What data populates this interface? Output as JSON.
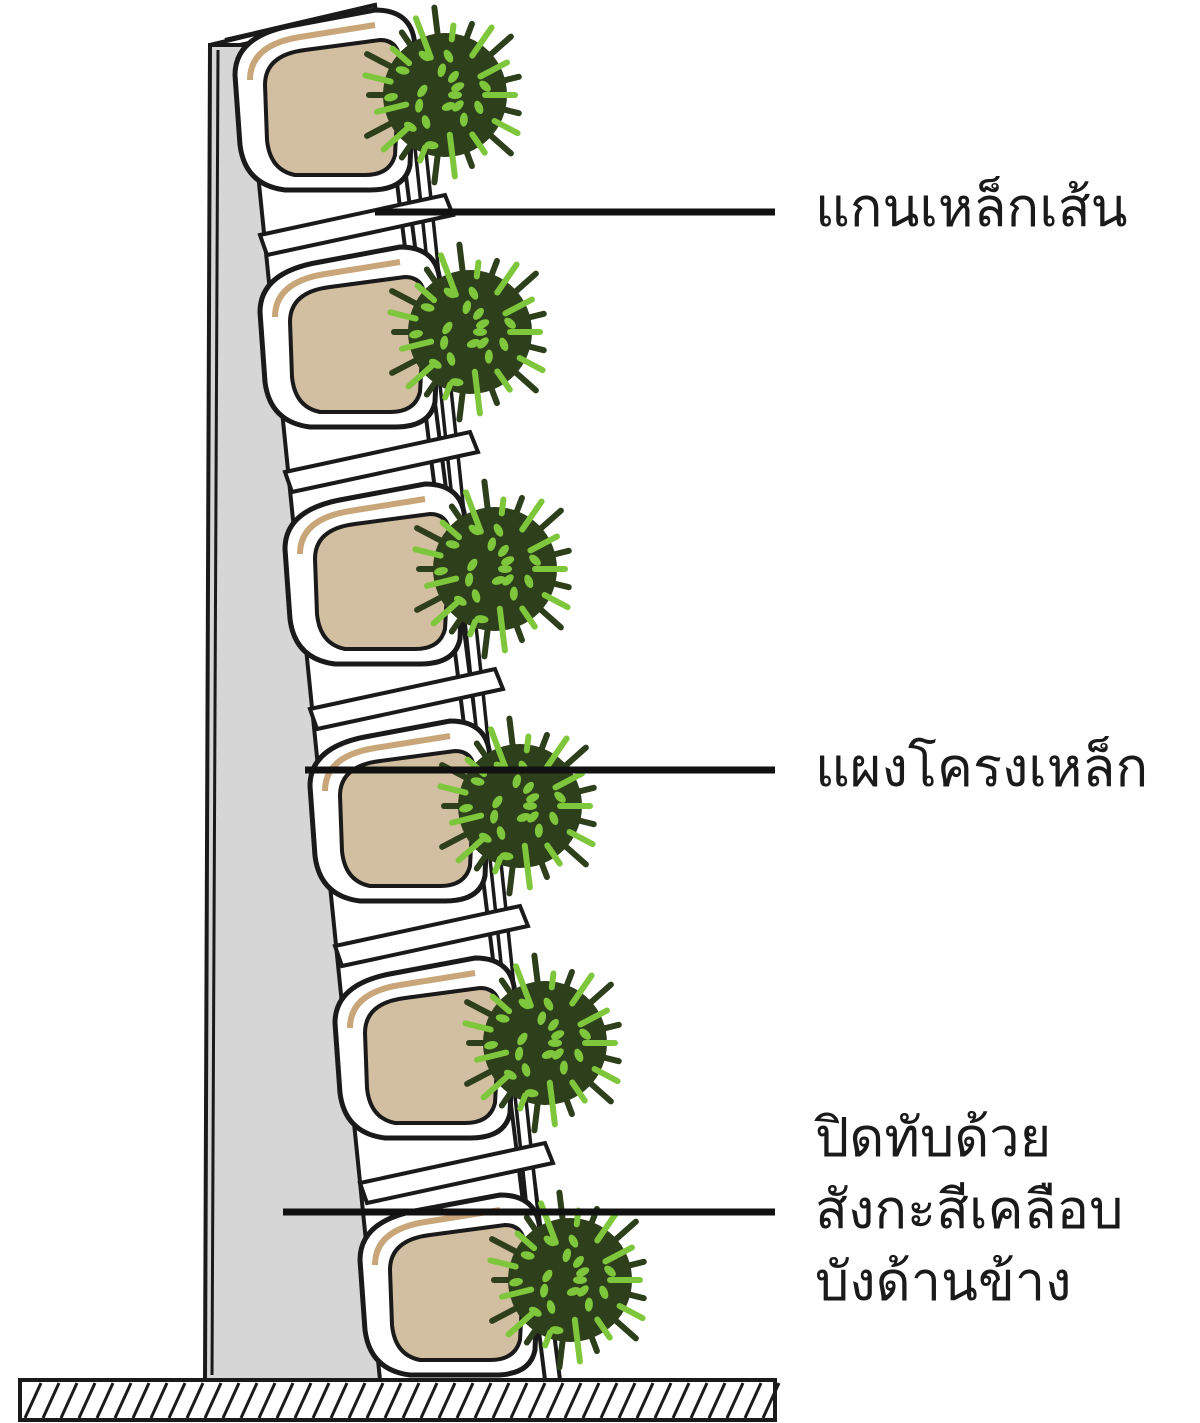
{
  "labels": {
    "steel_rod": "แกนเหล็กเส้น",
    "steel_frame_panel": "แผงโครงเหล็ก",
    "side_cover": [
      "ปิดทับด้วย",
      "สังกะสีเคลือบ",
      "บังด้านข้าง"
    ]
  },
  "colors": {
    "outline": "#1a1a1a",
    "frame_fill": "#d6d6d6",
    "pot_fill": "#d2bea0",
    "pot_rim": "#c8a67a",
    "foliage_dark": "#2e3f1c",
    "foliage_light": "#7ec63c"
  },
  "pot_count": 6
}
